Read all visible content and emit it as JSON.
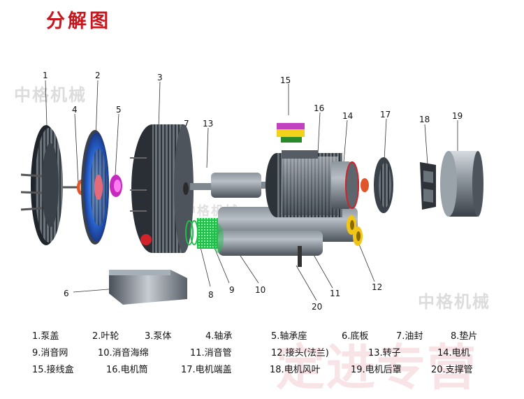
{
  "title": "分解图",
  "watermarks": [
    "中格机械",
    "中格机械",
    "中格机械"
  ],
  "background_watermark": "定进专营",
  "callouts": [
    "1",
    "2",
    "3",
    "4",
    "5",
    "6",
    "7",
    "8",
    "9",
    "10",
    "11",
    "12",
    "13",
    "14",
    "15",
    "16",
    "17",
    "18",
    "19",
    "20"
  ],
  "legend": [
    [
      "1.泵盖",
      "2.叶轮",
      "3.泵体",
      "4.轴承",
      "5.轴承座",
      "6.底板",
      "7.油封",
      "8.垫片"
    ],
    [
      "9.消音网",
      "10.消音海绵",
      "11.消音管",
      "12.接头(法兰)",
      "13.转子",
      "14.电机"
    ],
    [
      "15.接线盒",
      "16.电机筒",
      "17.电机端盖",
      "18.电机风叶",
      "19.电机后罩",
      "20.支撑管"
    ]
  ]
}
